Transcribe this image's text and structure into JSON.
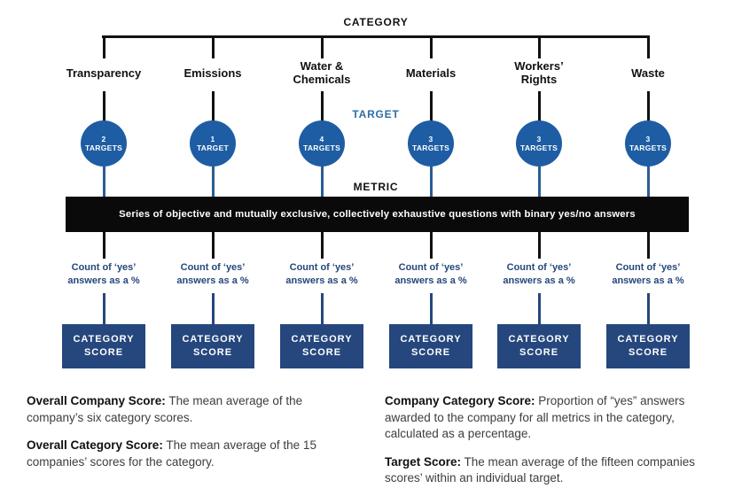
{
  "diagram": {
    "category_header": "CATEGORY",
    "target_header": "TARGET",
    "metric_header": "METRIC",
    "metric_bar_text": "Series of objective and mutually exclusive, collectively exhaustive questions with binary yes/no answers",
    "count_label_line1": "Count of ‘yes’",
    "count_label_line2": "answers as a %",
    "score_box_line1": "CATEGORY",
    "score_box_line2": "SCORE",
    "columns": [
      {
        "name_line1": "Transparency",
        "name_line2": "",
        "targets_count": "2",
        "targets_word": "TARGETS"
      },
      {
        "name_line1": "Emissions",
        "name_line2": "",
        "targets_count": "1",
        "targets_word": "TARGET"
      },
      {
        "name_line1": "Water &",
        "name_line2": "Chemicals",
        "targets_count": "4",
        "targets_word": "TARGETS"
      },
      {
        "name_line1": "Materials",
        "name_line2": "",
        "targets_count": "3",
        "targets_word": "TARGETS"
      },
      {
        "name_line1": "Workers’",
        "name_line2": "Rights",
        "targets_count": "3",
        "targets_word": "TARGETS"
      },
      {
        "name_line1": "Waste",
        "name_line2": "",
        "targets_count": "3",
        "targets_word": "TARGETS"
      }
    ]
  },
  "notes": {
    "left": [
      {
        "lead": "Overall Company Score:",
        "text": " The mean average of the company’s six category scores."
      },
      {
        "lead": "Overall Category Score:",
        "text": " The mean average of the 15 companies’ scores for the category."
      }
    ],
    "right": [
      {
        "lead": "Company Category Score:",
        "text": " Proportion of “yes” answers awarded to the company for all metrics in the category, calculated as a percentage."
      },
      {
        "lead": "Target Score:",
        "text": " The mean average of the fifteen companies scores’ within an individual target."
      }
    ]
  },
  "colors": {
    "circle_blue": "#1e5da3",
    "connector_blue": "#2a5d94",
    "navy": "#25477d",
    "target_header_blue": "#2f6da6",
    "bar_black": "#0a0a0a",
    "line_black": "#111111"
  }
}
